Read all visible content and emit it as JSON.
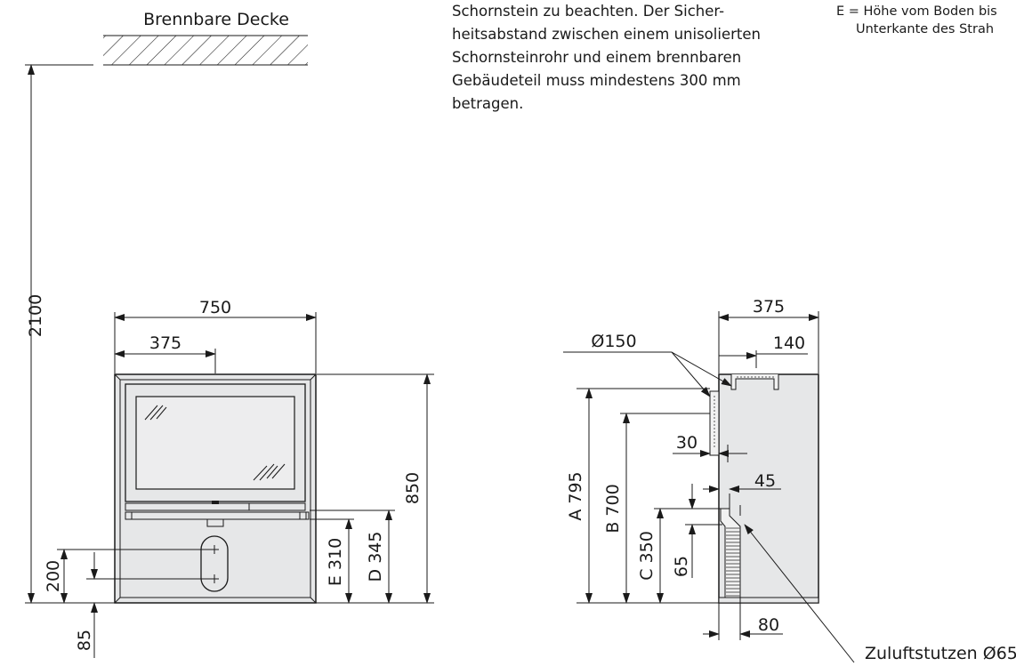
{
  "ceiling": {
    "label": "Brennbare Decke"
  },
  "notes": {
    "top_text": [
      "Schornstein zu beachten. Der Sicher-",
      "heitsabstand zwischen einem unisolierten",
      "Schornsteinrohr und einem brennbaren",
      "Gebäudeteil muss mindestens 300 mm",
      "betragen."
    ],
    "legend_right": [
      "E = Höhe vom Boden bis",
      "Unterkante des Strah"
    ]
  },
  "front_view": {
    "dims": {
      "height_total": "2100",
      "width": "750",
      "half_width": "375",
      "height": "850",
      "d": "D 345",
      "e": "E 310",
      "y200": "200",
      "y85": "85"
    }
  },
  "side_view": {
    "dims": {
      "depth": "375",
      "offset": "140",
      "flue": "Ø150",
      "a": "A 795",
      "b": "B 700",
      "c": "C 350",
      "h65": "65",
      "w30": "30",
      "w45": "45",
      "w80": "80"
    },
    "callout": "Zuluftstutzen Ø65"
  }
}
